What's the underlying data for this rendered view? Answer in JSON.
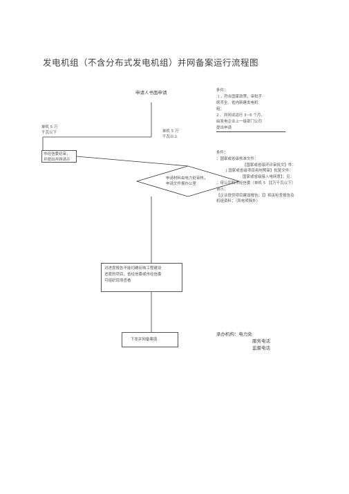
{
  "title": "发电机组（不含分布式发电机组）并网备案运行流程图",
  "step1": "申请人书面申请",
  "left_label": {
    "line1": "单机 5 万",
    "line2": "千瓦以下"
  },
  "right_label": {
    "line1": "单机 5 万",
    "line2": "千瓦以上"
  },
  "cond1": [
    "条件：",
    ":] ，符合国家政策，审批手",
    "续齐全、省内新建发电机",
    "组；",
    "2 、并网试运行 3~6 个月，",
    "由发电企业上一级部门公司",
    "提出申请"
  ],
  "grid_box": [
    "市经信委初审，",
    "并提出并网请示"
  ],
  "diamond": [
    "申请材料由电力处审核，",
    "申请文件报办公室"
  ],
  "cond2": [
    "条件：",
    "：国家或省级核准文件：",
    "【国家或省级环评审批文】件：",
    "J 国家或省级项目用地预审】批复文件：",
    "国家或省级接入电网意】；见：",
    "：母公司和市经信委（单机 5 【【万千瓦以下）",
    "请示；",
    "【企业提供项目建设报告；【】相关检查报告及",
    "机组资料；（风电项除外）"
  ],
  "review_box": [
    "对进度报告不能切确反映工程建设",
    "进度的项目，省经信委或市经信委",
    "可组织现场查看"
  ],
  "final_box": "下发并网备案函",
  "contact": {
    "org": "承办机构：电力处",
    "phone1": "服务电话",
    "phone2": "监督电话"
  }
}
